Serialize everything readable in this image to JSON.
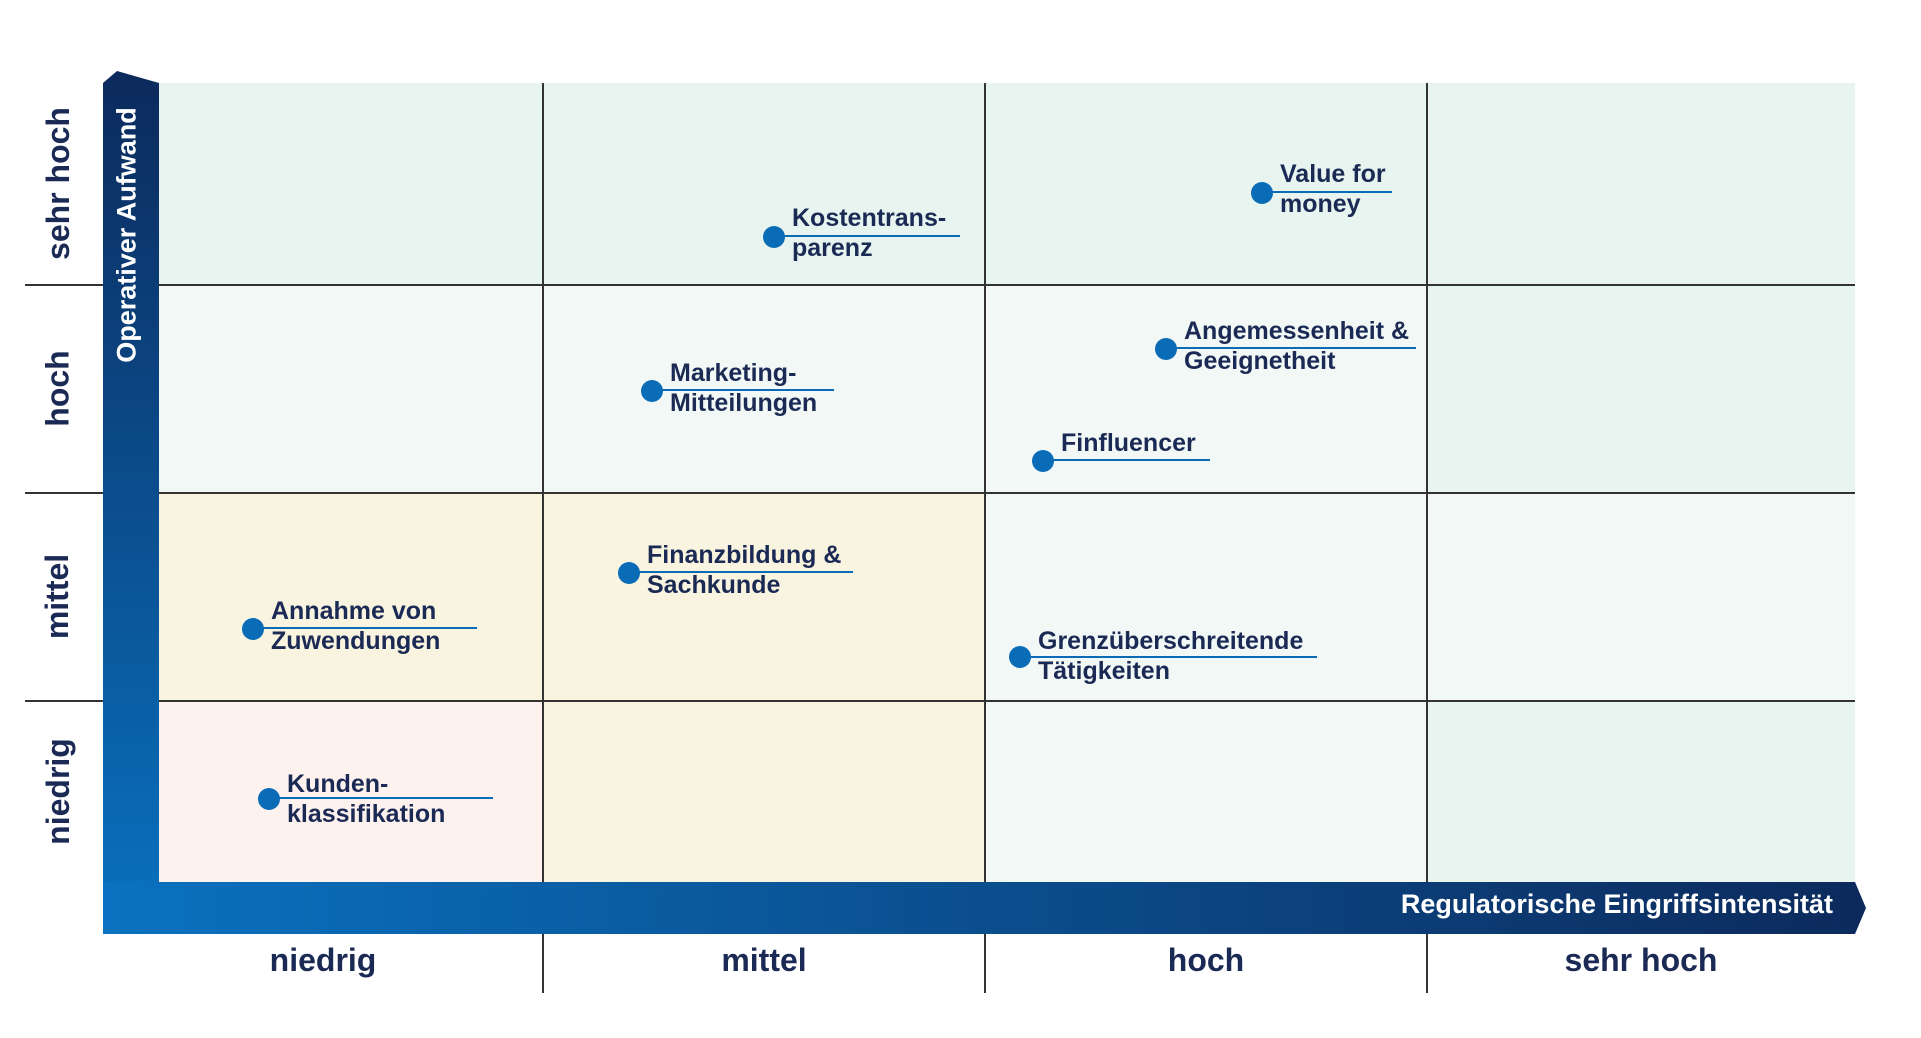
{
  "axes": {
    "y_title": "Operativer Aufwand",
    "x_title": "Regulatorische Eingriffsintensität"
  },
  "rows": [
    "sehr hoch",
    "hoch",
    "mittel",
    "niedrig"
  ],
  "columns": [
    "niedrig",
    "mittel",
    "hoch",
    "sehr hoch"
  ],
  "colors": {
    "dot": "#0a6bb6",
    "text": "#1b2a55",
    "green_light": "#e7f4ef",
    "green_lighter": "#f1f8f6",
    "yellow": "#f9f4df",
    "pink": "#fdf2ee",
    "axis_dark": "#0c2a5c",
    "axis_blue": "#0a72c0"
  },
  "items": [
    {
      "id": "kostentransparenz",
      "lines": [
        "Kostentrans-",
        "parenz"
      ]
    },
    {
      "id": "value-for-money",
      "lines": [
        "Value for",
        "money"
      ]
    },
    {
      "id": "marketing-mitteilungen",
      "lines": [
        "Marketing-",
        "Mitteilungen"
      ]
    },
    {
      "id": "angemessenheit",
      "lines": [
        "Angemessenheit &",
        "Geeignetheit"
      ]
    },
    {
      "id": "finfluencer",
      "lines": [
        "Finfluencer"
      ]
    },
    {
      "id": "finanzbildung",
      "lines": [
        "Finanzbildung &",
        "Sachkunde"
      ]
    },
    {
      "id": "annahme-zuwendungen",
      "lines": [
        "Annahme von",
        "Zuwendungen"
      ]
    },
    {
      "id": "grenzueberschreitende",
      "lines": [
        "Grenzüberschreitende",
        "Tätigkeiten"
      ]
    },
    {
      "id": "kundenklassifikation",
      "lines": [
        "Kunden-",
        "klassifikation"
      ]
    }
  ]
}
